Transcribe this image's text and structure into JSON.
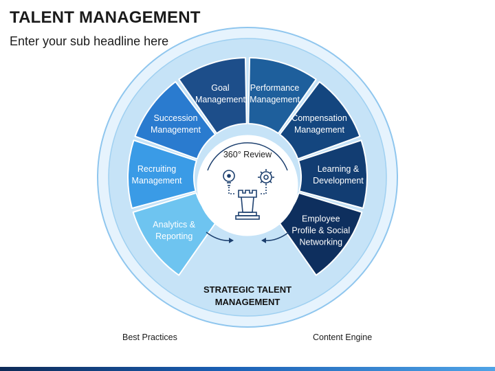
{
  "header": {
    "title": "TALENT MANAGEMENT",
    "subtitle": "Enter your sub headline here"
  },
  "segments": [
    {
      "id": "goal",
      "lines": [
        "Goal",
        "Management"
      ],
      "color": "#1d4e8a"
    },
    {
      "id": "performance",
      "lines": [
        "Performance",
        "Management"
      ],
      "color": "#1e5f9c"
    },
    {
      "id": "compensation",
      "lines": [
        "Compensation",
        "Management"
      ],
      "color": "#14467f"
    },
    {
      "id": "learning",
      "lines": [
        "Learning &",
        "Development"
      ],
      "color": "#123d72"
    },
    {
      "id": "employee",
      "lines": [
        "Employee",
        "Profile & Social",
        "Networking"
      ],
      "color": "#0e2f5e"
    },
    {
      "id": "analytics",
      "lines": [
        "Analytics &",
        "Reporting"
      ],
      "color": "#6ec4f0"
    },
    {
      "id": "recruiting",
      "lines": [
        "Recruiting",
        "Management"
      ],
      "color": "#3a9be6"
    },
    {
      "id": "succession",
      "lines": [
        "Succession",
        "Management"
      ],
      "color": "#2a7bcf"
    }
  ],
  "center": {
    "review_label": "360° Review"
  },
  "strategic": {
    "lines": [
      "STRATEGIC TALENT",
      "MANAGEMENT"
    ]
  },
  "footer": {
    "left_label": "Best Practices",
    "right_label": "Content Engine"
  },
  "colors": {
    "ring_outer": "#e6f3fd",
    "ring_stroke": "#8fc6ee",
    "bottom_fill": "#c6e3f7",
    "center_fill": "#ffffff",
    "icon_stroke": "#1c3f6e"
  },
  "icons": [
    "lightbulb-icon",
    "gear-icon",
    "chess-rook-icon",
    "curved-arrow-icon"
  ]
}
